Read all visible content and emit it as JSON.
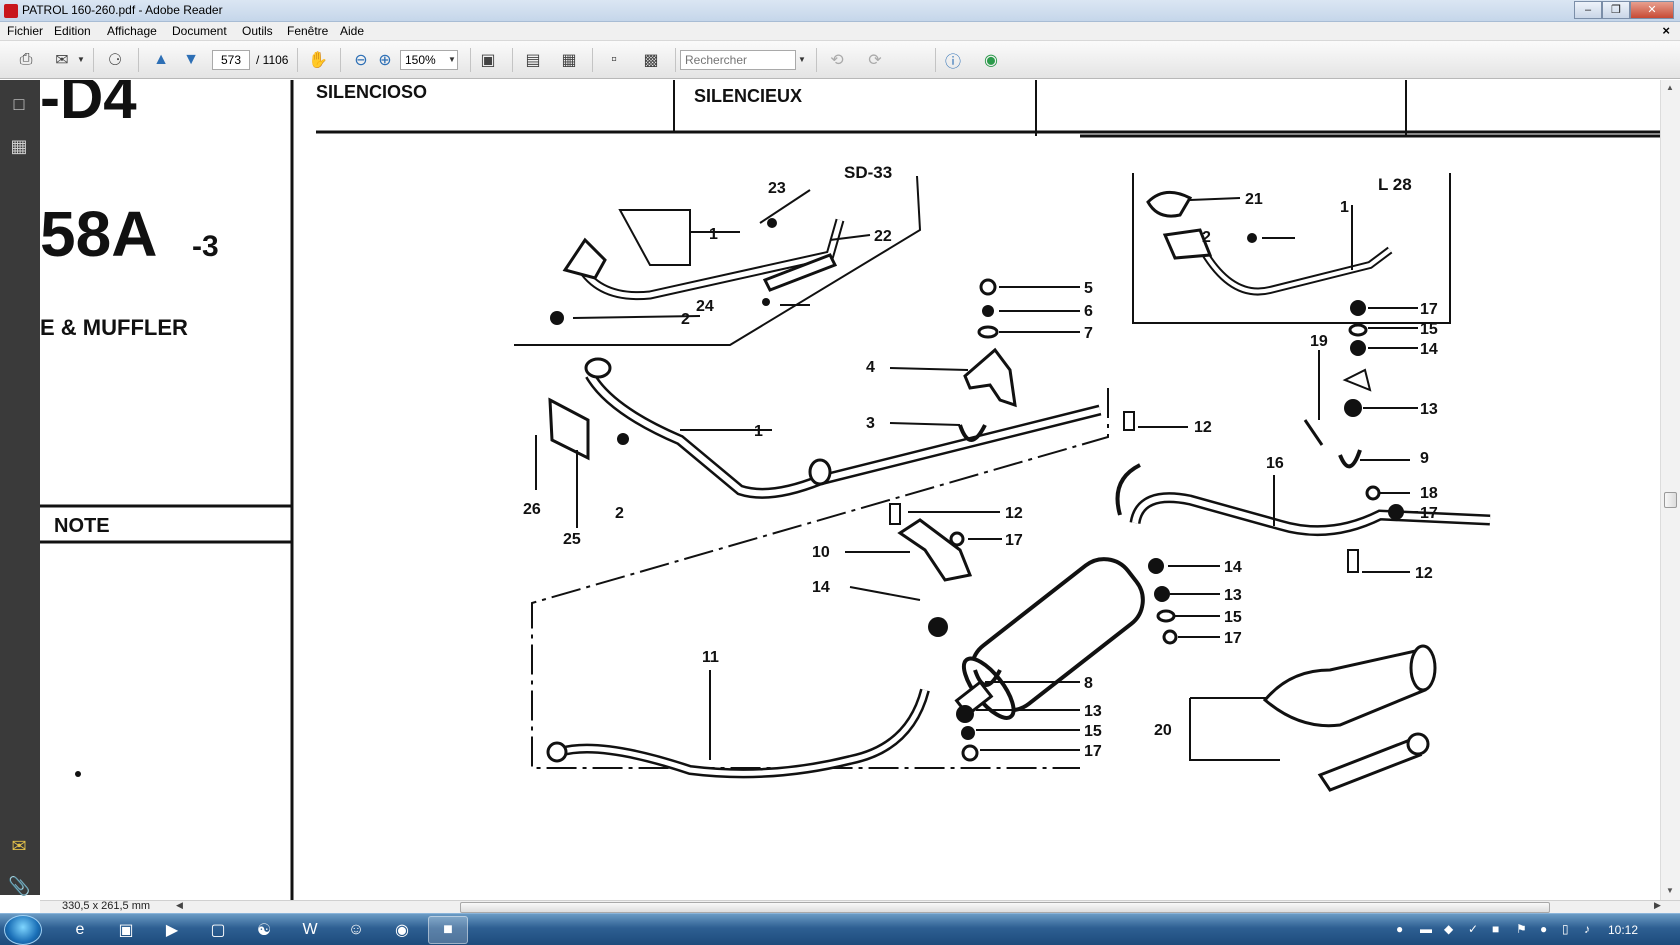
{
  "window": {
    "title": "PATROL 160-260.pdf - Adobe Reader",
    "controls": {
      "minimize": "‒",
      "maximize": "❐",
      "close": "✕"
    }
  },
  "menu": {
    "items": [
      "Fichier",
      "Edition",
      "Affichage",
      "Document",
      "Outils",
      "Fenêtre",
      "Aide"
    ],
    "close_doc": "×"
  },
  "toolbar": {
    "page_current": "573",
    "page_total": "/ 1106",
    "zoom": "150%",
    "search_placeholder": "Rechercher",
    "icons": [
      "print-icon",
      "email-icon",
      "collaborate-icon",
      "prev-page-icon",
      "next-page-icon",
      "hand-tool-icon",
      "zoom-out-icon",
      "zoom-in-icon",
      "snapshot-icon",
      "fit-page-icon",
      "fit-width-icon",
      "read-mode-icon",
      "full-screen-icon",
      "back-icon",
      "forward-icon",
      "comment-icon",
      "share-icon"
    ]
  },
  "sidebar": {
    "icons": [
      "pages-icon",
      "bookmarks-icon",
      "comments-icon",
      "attachments-icon"
    ]
  },
  "document": {
    "left_page": {
      "header_partial": "-D4",
      "model": "58A",
      "model_suffix": "-3",
      "subtitle": "E & MUFFLER",
      "note_label": "NOTE"
    },
    "header_cells": [
      "SILENCIOSO",
      "SILENCIEUX"
    ],
    "diagram": {
      "inset_labels": [
        "SD-33",
        "L 28"
      ],
      "part_numbers": [
        "1",
        "2",
        "3",
        "4",
        "5",
        "6",
        "7",
        "8",
        "9",
        "10",
        "11",
        "12",
        "13",
        "14",
        "15",
        "16",
        "17",
        "18",
        "19",
        "20",
        "21",
        "22",
        "23",
        "24",
        "25",
        "26"
      ]
    }
  },
  "statusbar": {
    "page_size": "330,5 x 261,5 mm"
  },
  "taskbar": {
    "apps": [
      "ie-icon",
      "explorer-icon",
      "media-icon",
      "window-icon",
      "network-icon",
      "word-icon",
      "chat-icon",
      "firefox-icon",
      "adobe-reader-icon"
    ],
    "clock": "10:12"
  },
  "colors": {
    "titlebar": "#c5d6ea",
    "nav_panel": "#3a3a3a",
    "taskbar": "#2e5f92",
    "pdf_red": "#c8161d"
  }
}
